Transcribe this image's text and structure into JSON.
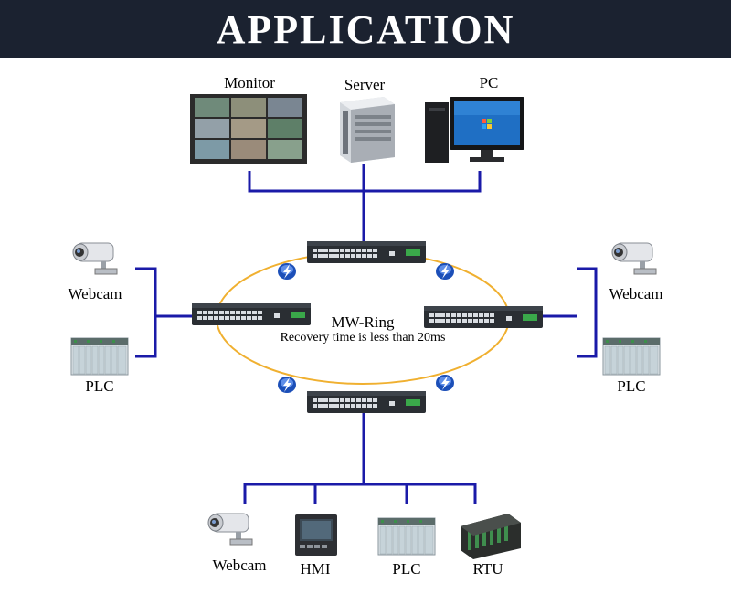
{
  "header": {
    "title": "APPLICATION"
  },
  "top_devices": {
    "monitor": "Monitor",
    "server": "Server",
    "pc": "PC"
  },
  "left_devices": {
    "webcam": "Webcam",
    "plc": "PLC"
  },
  "right_devices": {
    "webcam": "Webcam",
    "plc": "PLC"
  },
  "ring": {
    "name": "MW-Ring",
    "recovery": "Recovery time is less than 20ms"
  },
  "bottom_devices": {
    "webcam": "Webcam",
    "hmi": "HMI",
    "plc": "PLC",
    "rtu": "RTU"
  },
  "colors": {
    "banner": "#1b2230",
    "link": "#1a1aa8",
    "ring": "#f0b030",
    "switch": "#2a2e33"
  },
  "icons": [
    "monitor-icon",
    "server-icon",
    "pc-icon",
    "webcam-icon",
    "plc-icon",
    "hmi-icon",
    "rtu-icon",
    "switch-icon",
    "lightning-badge-icon"
  ]
}
